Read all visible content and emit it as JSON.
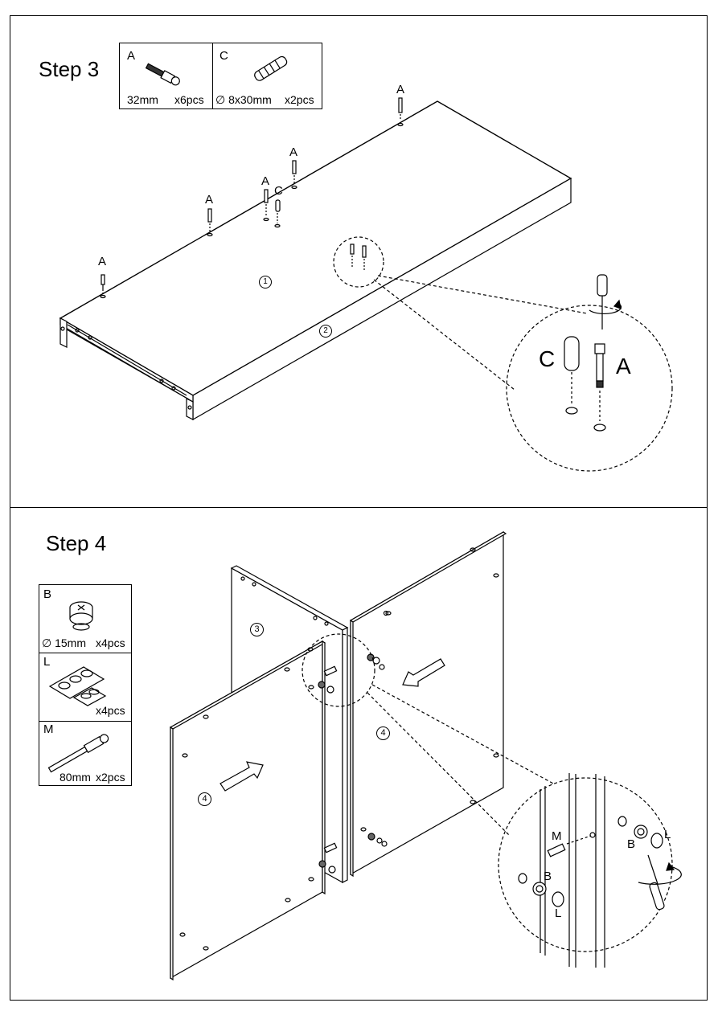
{
  "step3": {
    "title": "Step 3",
    "parts": [
      {
        "letter": "A",
        "size": "32mm",
        "qty": "x6pcs"
      },
      {
        "letter": "C",
        "size": "∅ 8x30mm",
        "qty": "x2pcs"
      }
    ],
    "callouts": {
      "a": "A",
      "c": "C",
      "panel1": "1",
      "panel2": "2"
    }
  },
  "step4": {
    "title": "Step 4",
    "parts": [
      {
        "letter": "B",
        "size": "∅ 15mm",
        "qty": "x4pcs"
      },
      {
        "letter": "L",
        "size": "",
        "qty": "x4pcs"
      },
      {
        "letter": "M",
        "size": "80mm",
        "qty": "x2pcs"
      }
    ],
    "callouts": {
      "panel3": "3",
      "panel4": "4",
      "m": "M",
      "b": "B",
      "l": "L"
    }
  }
}
